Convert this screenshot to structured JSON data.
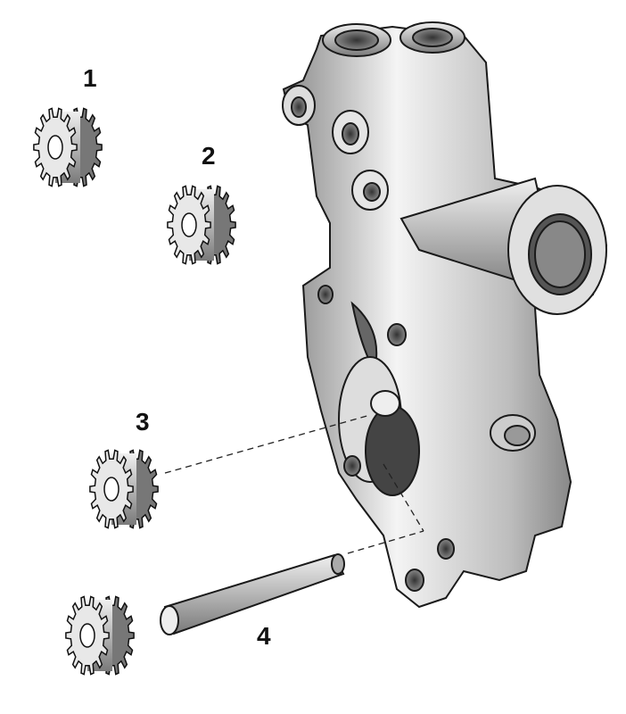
{
  "diagram": {
    "labels": [
      {
        "id": "gear-1",
        "text": "1"
      },
      {
        "id": "gear-2",
        "text": "2"
      },
      {
        "id": "gear-3",
        "text": "3"
      },
      {
        "id": "shaft-4",
        "text": "4"
      }
    ],
    "colors": {
      "metal_light": "#f2f2f2",
      "metal_mid": "#b5b5b5",
      "metal_dark": "#5a5a5a",
      "outline": "#1a1a1a"
    }
  }
}
